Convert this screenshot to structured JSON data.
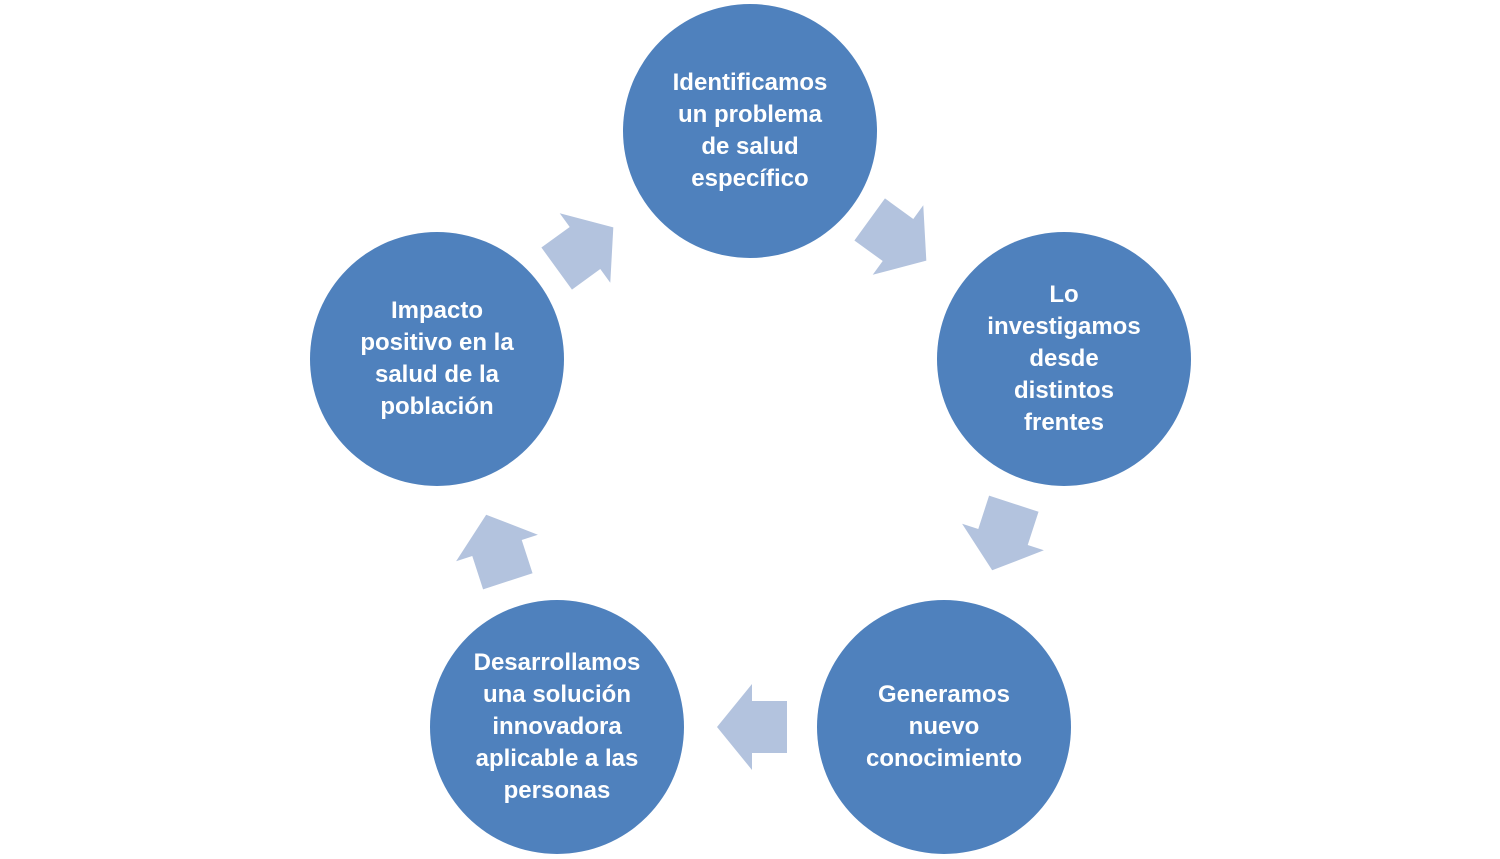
{
  "colors": {
    "node": "#4F81BD",
    "arrow": "#B3C3DE",
    "text": "#FFFFFF"
  },
  "nodes": [
    {
      "label": "Identificamos\nun problema\nde salud\nespecífico"
    },
    {
      "label": "Lo\ninvestigamos\ndesde\ndistintos\nfrentes"
    },
    {
      "label": "Generamos\nnuevo\nconocimiento"
    },
    {
      "label": "Desarrollamos\nuna solución\ninnovadora\naplicable a las\npersonas"
    },
    {
      "label": "Impacto\npositivo en la\nsalud de la\npoblación"
    }
  ]
}
